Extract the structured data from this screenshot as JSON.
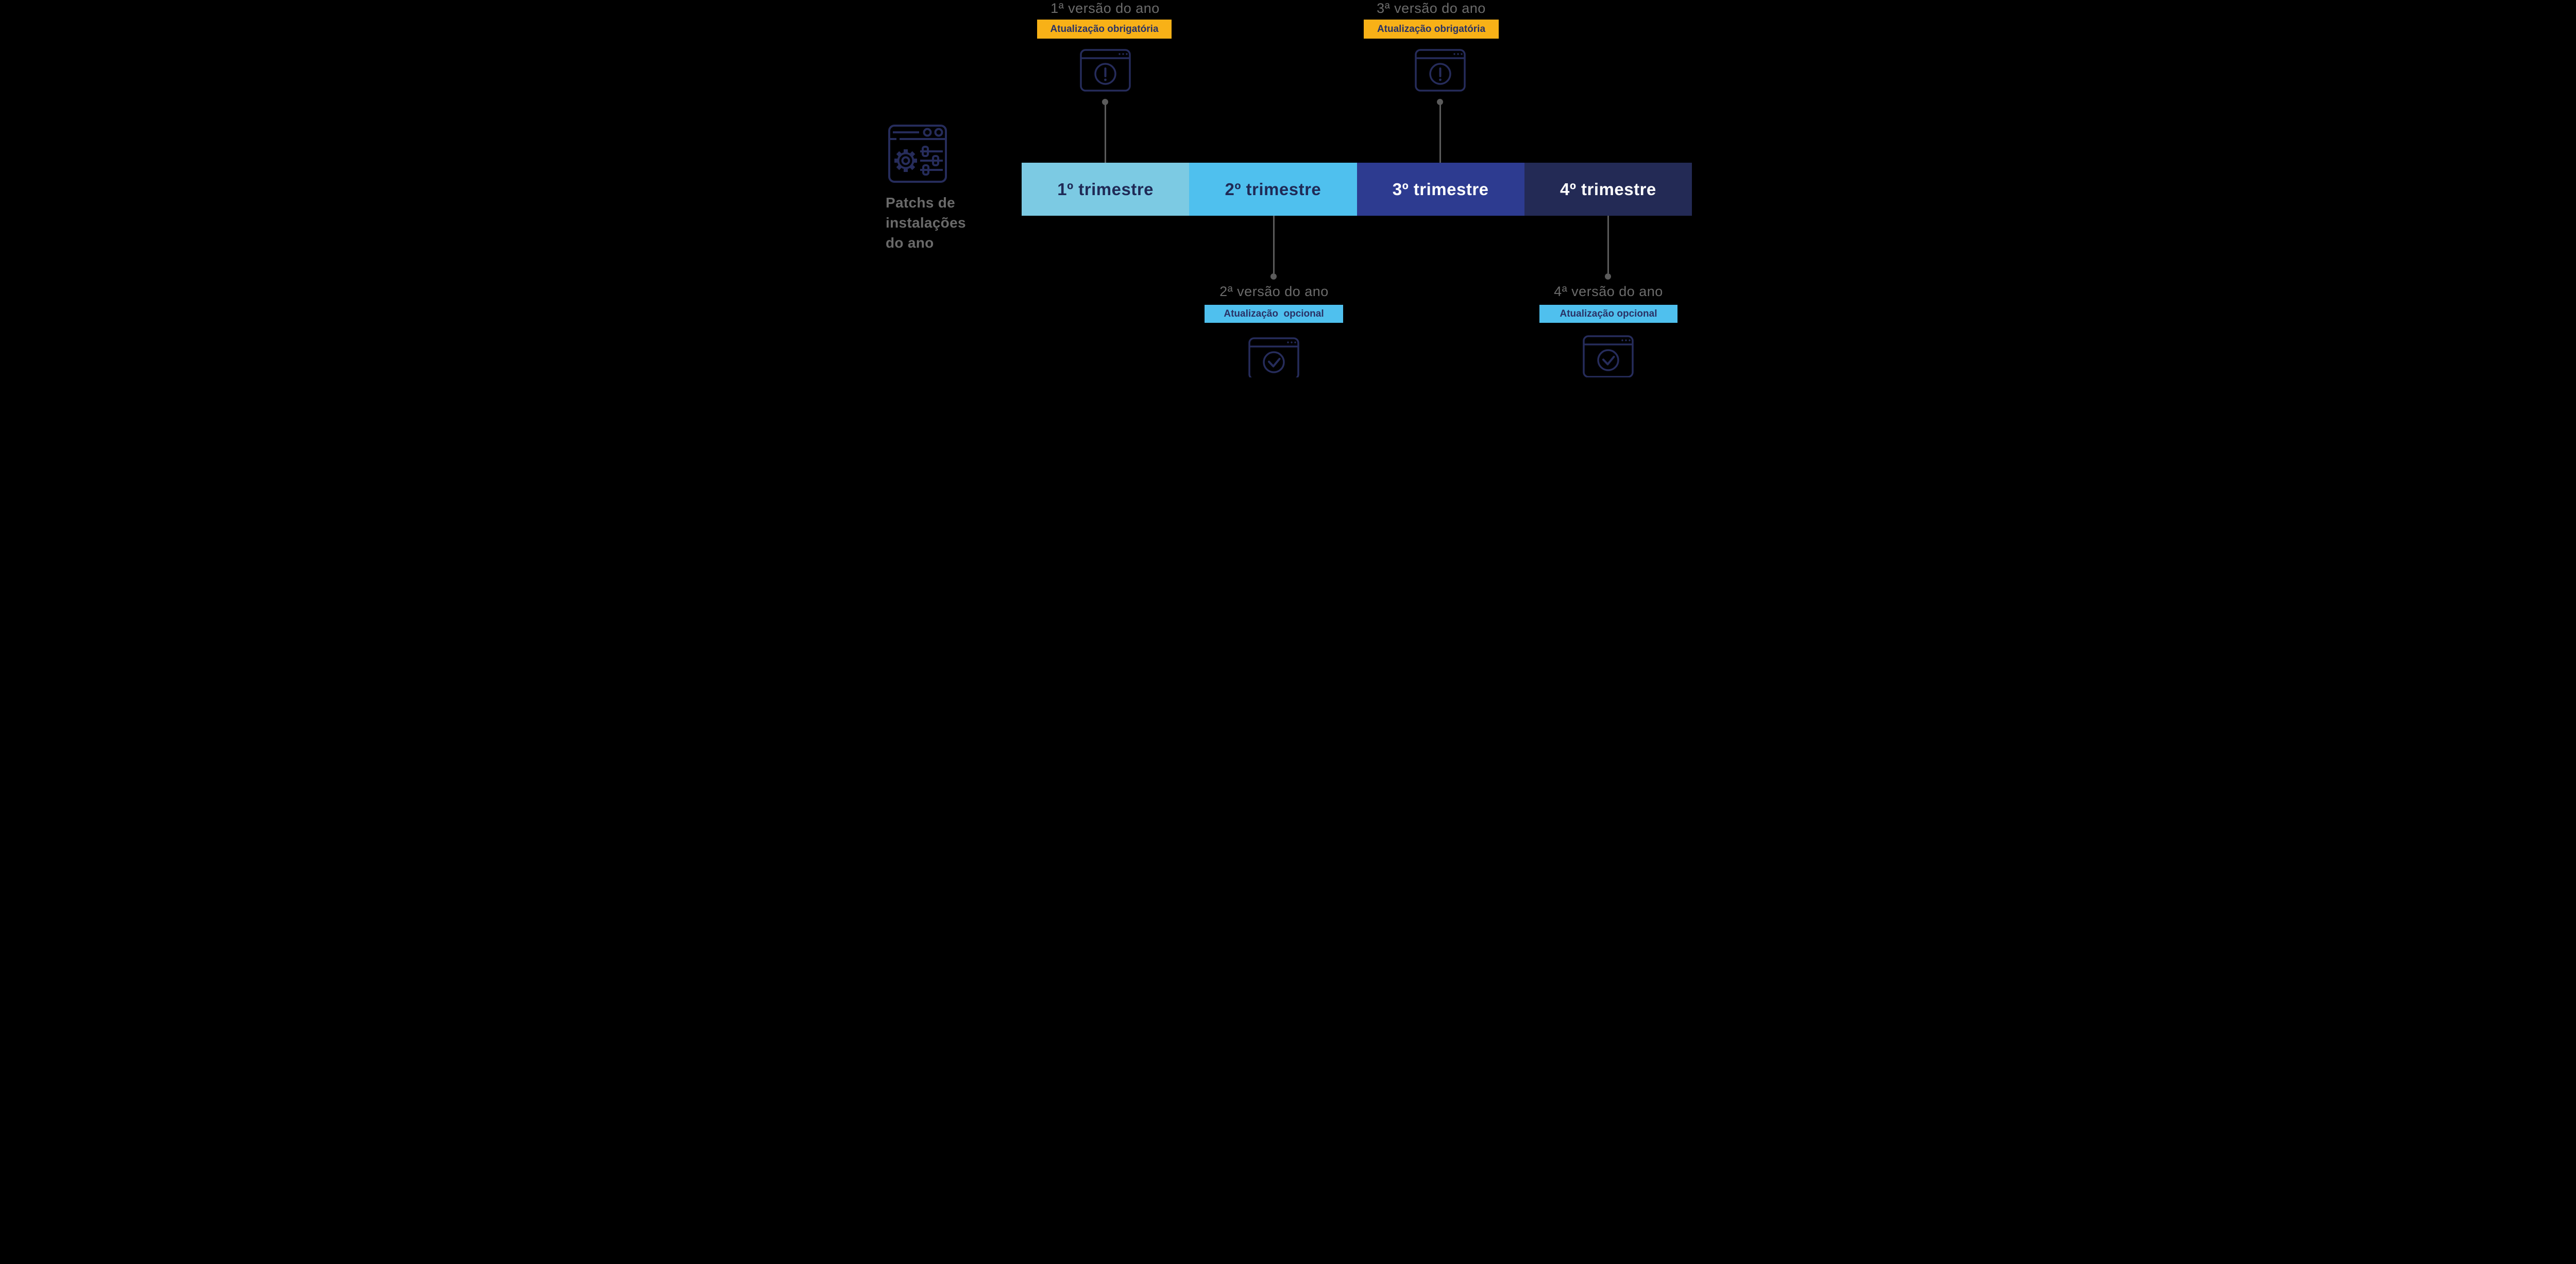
{
  "canvas": {
    "background": "#000000"
  },
  "colors": {
    "icon_stroke": "#262C5B",
    "connector": "#5B5B5B",
    "label_gray": "#6B6B6B",
    "mandatory_badge_bg": "#F8B117",
    "optional_badge_bg": "#4FC0EE",
    "badge_text_navy": "#293266"
  },
  "left_panel": {
    "icon": "settings-browser-icon",
    "title_lines": [
      "Patchs de",
      "instalações",
      "do ano"
    ]
  },
  "timeline": {
    "segments": [
      {
        "label": "1º trimestre",
        "bg": "#7CCAE3",
        "fg": "#1F2A56"
      },
      {
        "label": "2º trimestre",
        "bg": "#4FC0EE",
        "fg": "#1F2A56"
      },
      {
        "label": "3º trimestre",
        "bg": "#2D3B90",
        "fg": "#FFFFFF"
      },
      {
        "label": "4º trimestre",
        "bg": "#232A55",
        "fg": "#FFFFFF"
      }
    ]
  },
  "milestones": [
    {
      "title": "1ª versão do ano",
      "badge_label": "Atualização obrigatória",
      "badge_bg": "#F8B117",
      "badge_fg": "#293266",
      "icon": "browser-alert-icon",
      "position": "above"
    },
    {
      "title": "2ª versão do ano",
      "badge_label": "Atualização  opcional",
      "badge_bg": "#4FC0EE",
      "badge_fg": "#293266",
      "icon": "browser-check-icon",
      "position": "below"
    },
    {
      "title": "3ª versão do ano",
      "badge_label": "Atualização obrigatória",
      "badge_bg": "#F8B117",
      "badge_fg": "#293266",
      "icon": "browser-alert-icon",
      "position": "above"
    },
    {
      "title": "4ª versão do ano",
      "badge_label": "Atualização opcional",
      "badge_bg": "#4FC0EE",
      "badge_fg": "#293266",
      "icon": "browser-check-icon",
      "position": "below"
    }
  ]
}
